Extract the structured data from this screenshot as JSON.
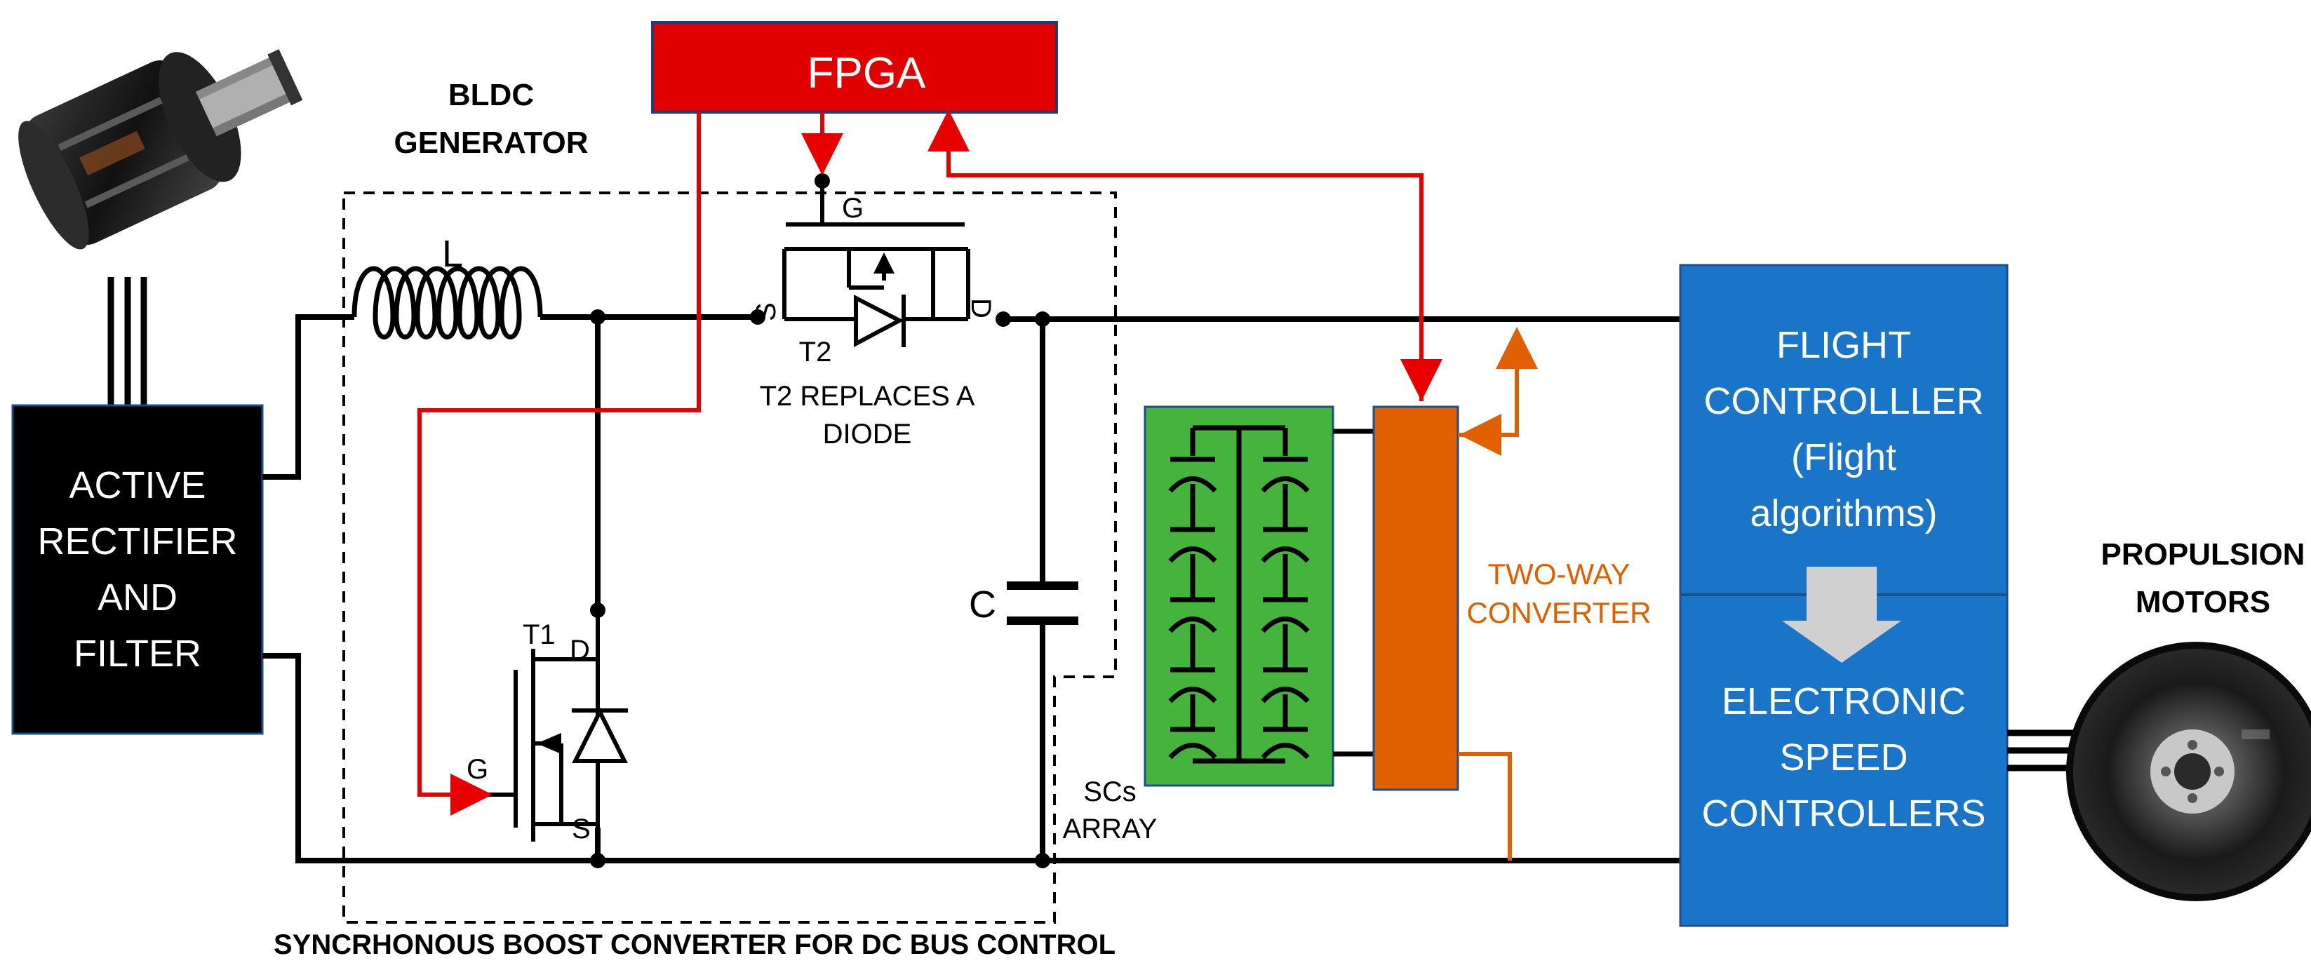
{
  "blocks": {
    "fpga": "FPGA",
    "bldc_line1": "BLDC",
    "bldc_line2": "GENERATOR",
    "rectifier_lines": [
      "ACTIVE",
      "RECTIFIER",
      "AND",
      "FILTER"
    ],
    "flight_controller_lines": [
      "FLIGHT",
      "CONTROLLLER",
      "(Flight",
      "algorithms)"
    ],
    "esc_lines": [
      "ELECTRONIC",
      "SPEED",
      "CONTROLLERS"
    ],
    "propulsion_line1": "PROPULSION",
    "propulsion_line2": "MOTORS",
    "two_way_line1": "TWO-WAY",
    "two_way_line2": "CONVERTER",
    "scs_line1": "SCs",
    "scs_line2": "ARRAY",
    "boost_caption": "SYNCRHONOUS BOOST CONVERTER FOR DC BUS CONTROL"
  },
  "circuit": {
    "inductor": "L",
    "capacitor": "C",
    "t1": "T1",
    "t2": "T2",
    "t2_note_line1": "T2 REPLACES A",
    "t2_note_line2": "DIODE",
    "gate": "G",
    "drain": "D",
    "source": "S"
  },
  "colors": {
    "fpga": "#e00000",
    "control_wire": "#e60000",
    "orange": "#e06000",
    "blue_block": "#1a75c9",
    "green_block": "#45b43d",
    "black_block": "#000000"
  }
}
